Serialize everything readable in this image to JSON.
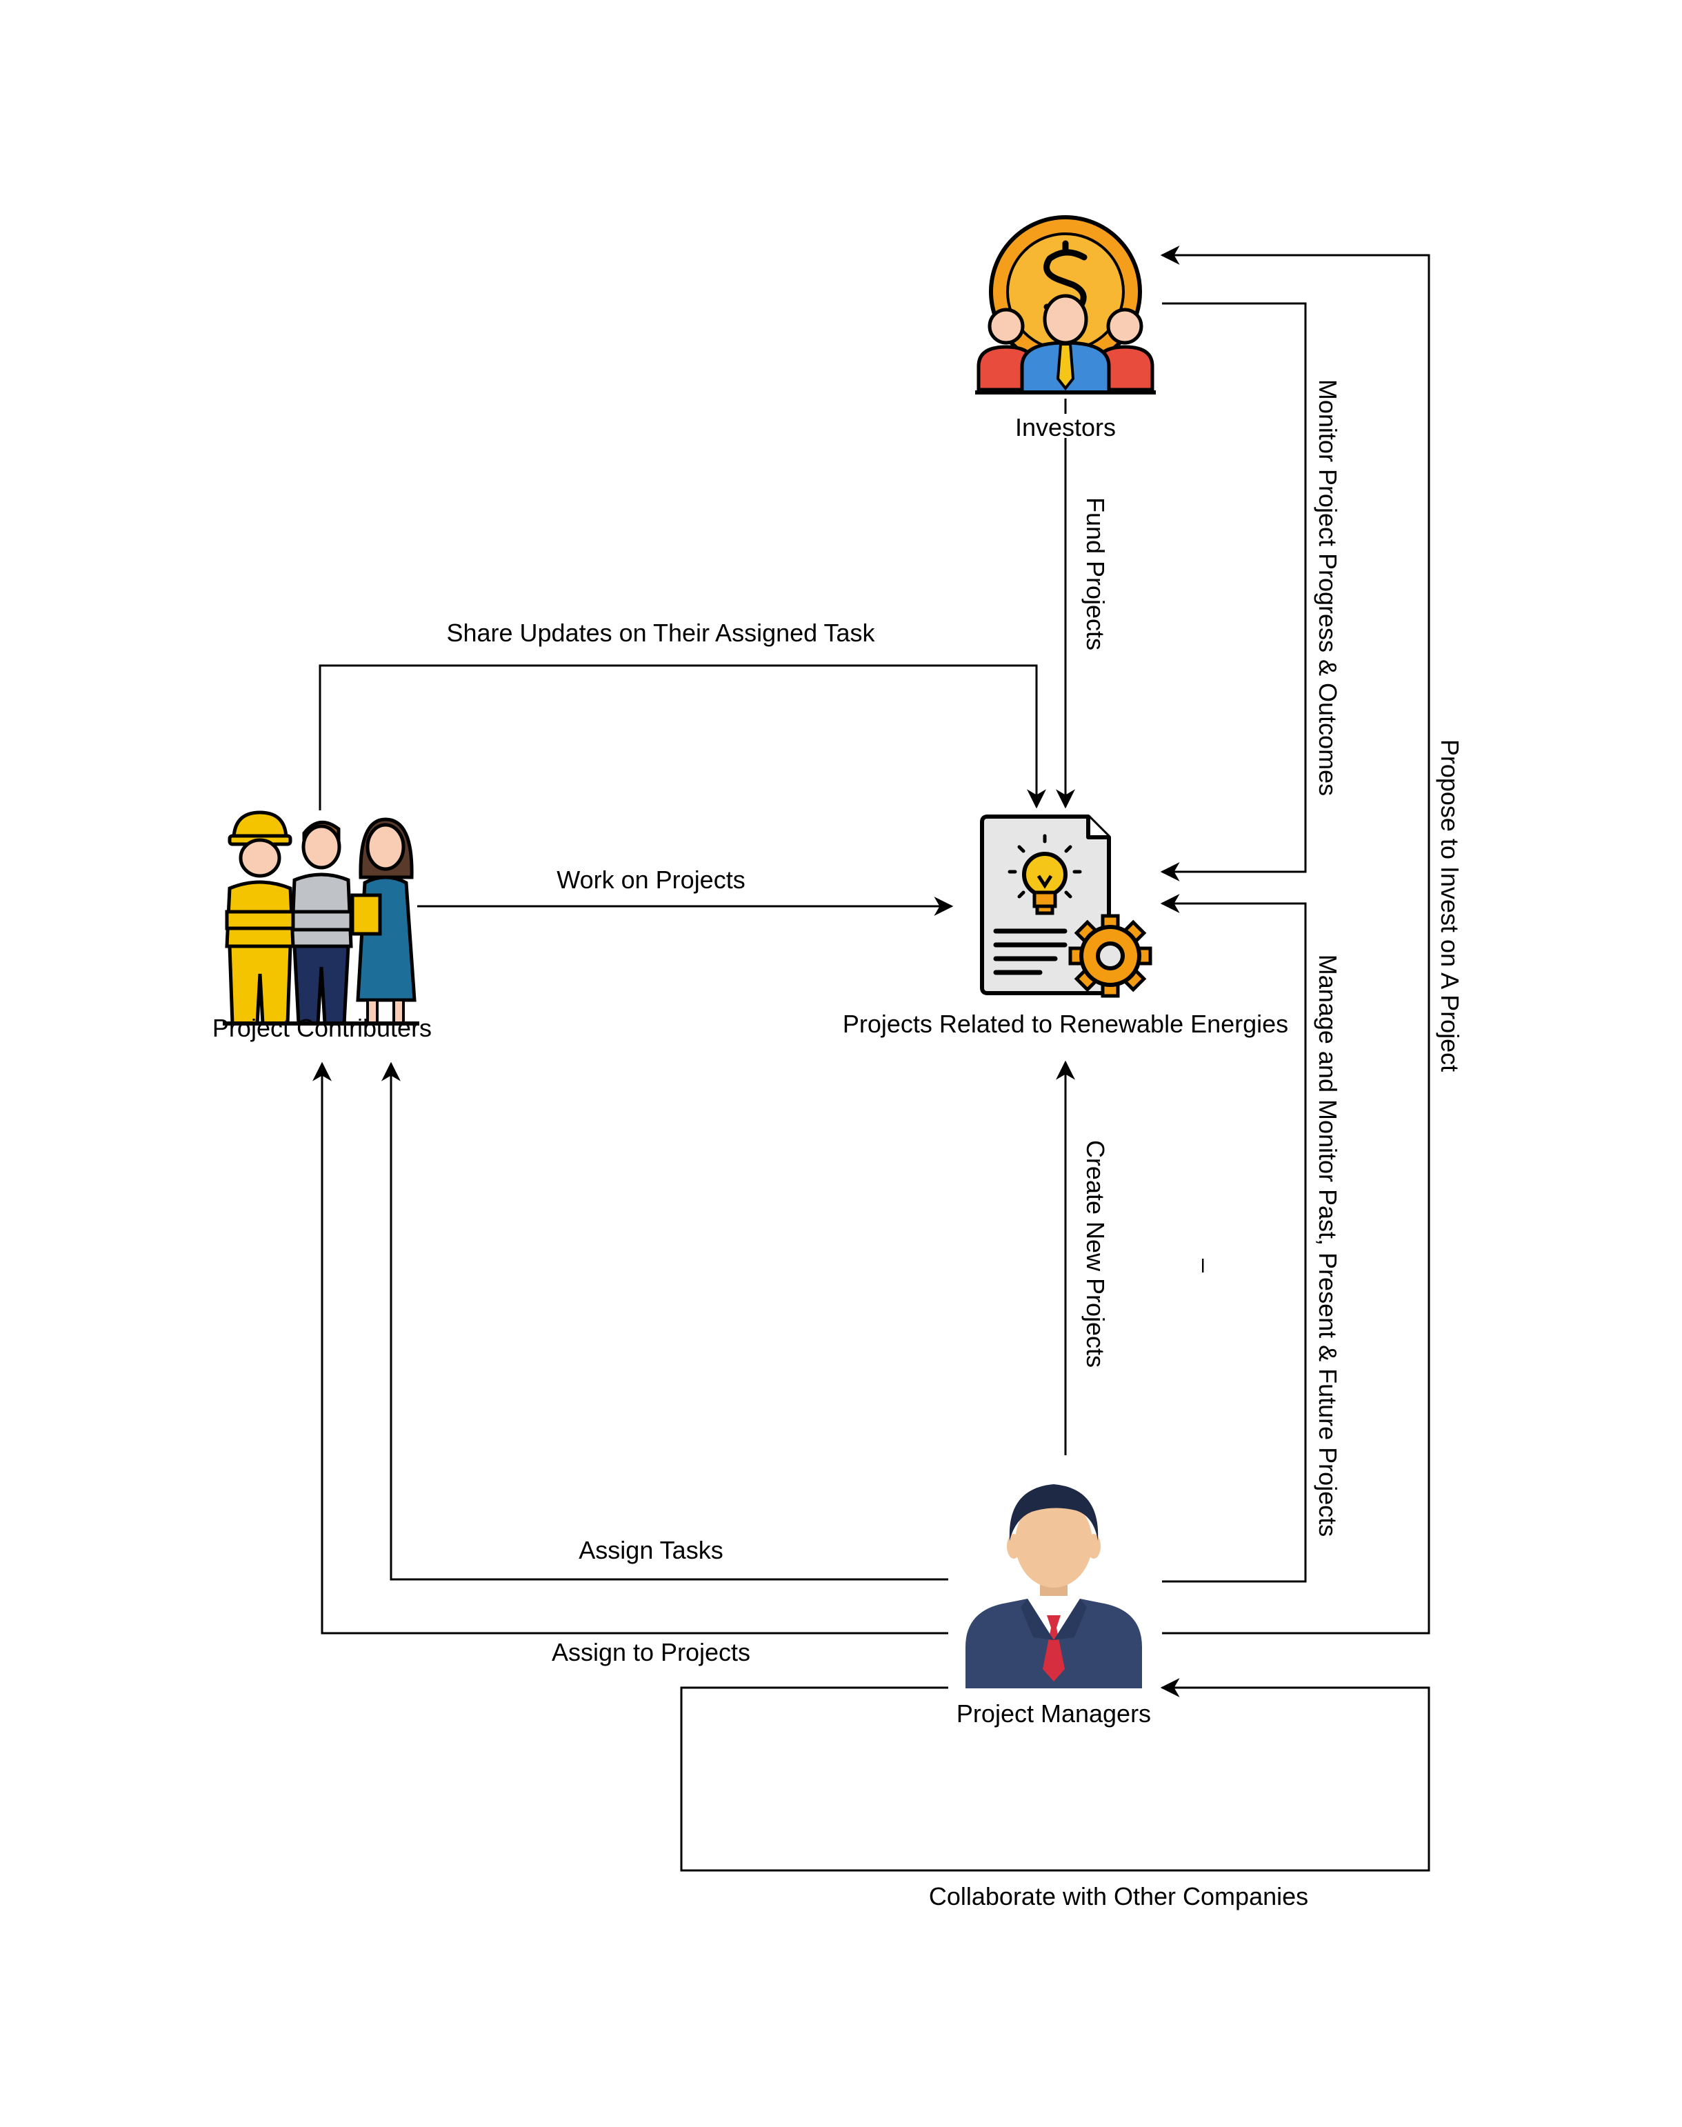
{
  "nodes": {
    "investors": {
      "label": "Investors",
      "icon": "investors-icon"
    },
    "projects": {
      "label": "Projects Related to Renewable Energies",
      "icon": "project-document-icon"
    },
    "contributors": {
      "label": "Project Contributers",
      "icon": "team-icon"
    },
    "managers": {
      "label": "Project Managers",
      "icon": "manager-icon"
    }
  },
  "edges": {
    "fund_projects": "Fund Projects",
    "monitor_progress": "Monitor Project Progress & Outcomes",
    "propose_invest": "Propose to Invest on A Project",
    "share_updates": "Share Updates on Their Assigned Task",
    "work_on_projects": "Work on Projects",
    "create_new_projects": "Create New Projects",
    "manage_monitor": "Manage and Monitor Past, Present & Future Projects",
    "assign_tasks": "Assign Tasks",
    "assign_to_projects": "Assign to Projects",
    "collaborate": "Collaborate with Other Companies",
    "stray_mark": "–"
  },
  "colors": {
    "line": "#000000",
    "coin": "#F7B733",
    "coin_rim": "#F59E1B",
    "investor_side": "#E74C3C",
    "investor_center": "#3D8BD8",
    "skin": "#F9CDB4",
    "gear": "#F39C12",
    "bulb": "#F5C518",
    "doc": "#E6E6E6",
    "worker_yellow": "#F5C400",
    "suit_navy": "#1F2F5E",
    "dress_teal": "#1E6E9A",
    "manager_suit": "#34466E",
    "manager_tie": "#D62E3F",
    "manager_hair": "#1E2A45",
    "manager_skin": "#F2C49A"
  }
}
